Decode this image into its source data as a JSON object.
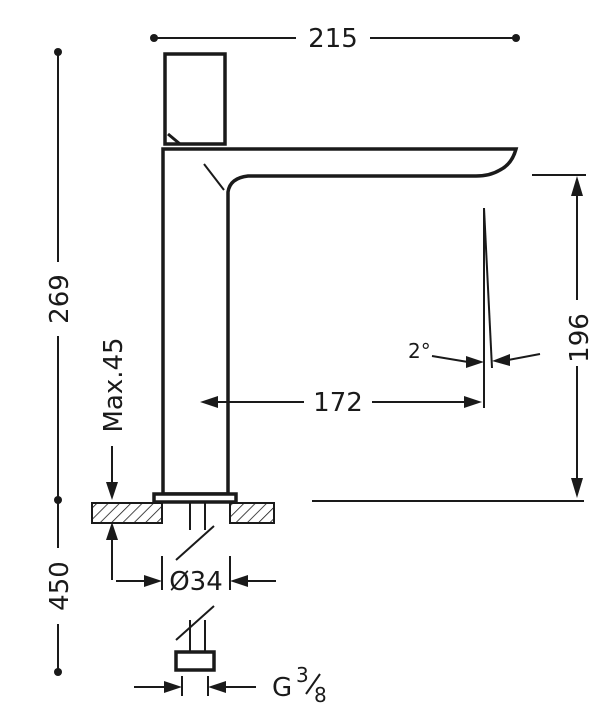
{
  "dimensions": {
    "overall_width": "215",
    "total_height": "269",
    "max_deck": "Max.45",
    "below_deck": "450",
    "spout_height": "196",
    "spout_reach": "172",
    "angle": "2°",
    "hole_diameter": "Ø34",
    "thread": "G",
    "thread_fraction_num": "3",
    "thread_fraction_den": "8"
  },
  "colors": {
    "line": "#1a1a1a",
    "hatch": "#1a1a1a",
    "background": "#ffffff"
  }
}
